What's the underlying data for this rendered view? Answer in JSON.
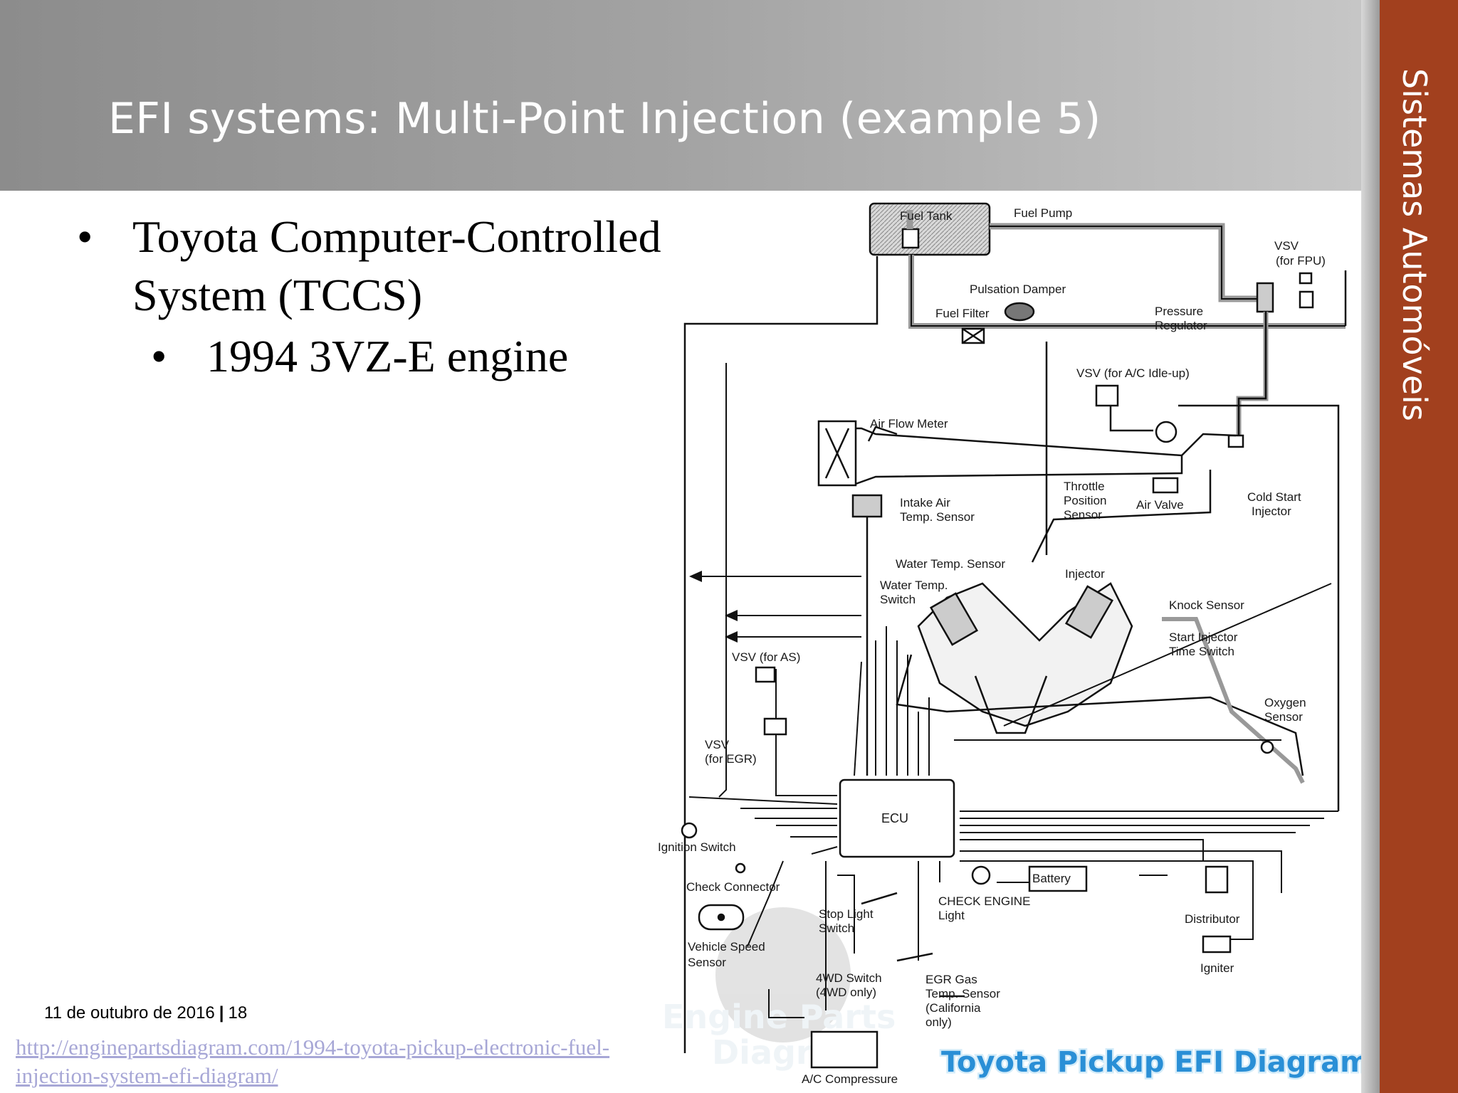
{
  "slide": {
    "title": "EFI systems: Multi-Point Injection (example 5)",
    "sidebar_label": "Sistemas Automóveis",
    "bullet_1": "Toyota Computer-Controlled System (TCCS)",
    "bullet_2": "1994 3VZ-E engine",
    "footer_date": "11 de outubro de 2016",
    "footer_separator": "|",
    "footer_page": "18",
    "source_url": "http://enginepartsdiagram.com/1994-toyota-pickup-electronic-fuel-injection-system-efi-diagram/"
  },
  "diagram": {
    "labels": {
      "fuel_tank": "Fuel Tank",
      "fuel_pump": "Fuel Pump",
      "vsv_fpu_1": "VSV",
      "vsv_fpu_2": "(for FPU)",
      "pulsation_damper": "Pulsation Damper",
      "fuel_filter": "Fuel Filter",
      "pressure_regulator_1": "Pressure",
      "pressure_regulator_2": "Regulator",
      "vsv_ac": "VSV (for A/C Idle-up)",
      "air_flow_meter": "Air Flow Meter",
      "intake_air_1": "Intake Air",
      "intake_air_2": "Temp. Sensor",
      "throttle_1": "Throttle",
      "throttle_2": "Position",
      "throttle_3": "Sensor",
      "air_valve": "Air Valve",
      "cold_start_1": "Cold Start",
      "cold_start_2": "Injector",
      "water_temp_sensor": "Water Temp. Sensor",
      "water_temp_switch_1": "Water Temp.",
      "water_temp_switch_2": "Switch",
      "injector": "Injector",
      "knock_sensor": "Knock Sensor",
      "start_injector_1": "Start Injector",
      "start_injector_2": "Time Switch",
      "vsv_as": "VSV (for AS)",
      "vsv_egr_1": "VSV",
      "vsv_egr_2": "(for EGR)",
      "oxygen_1": "Oxygen",
      "oxygen_2": "Sensor",
      "ecu": "ECU",
      "ignition_switch": "Ignition Switch",
      "check_connector": "Check Connector",
      "battery": "Battery",
      "check_engine_1": "CHECK ENGINE",
      "check_engine_2": "Light",
      "stop_light_1": "Stop Light",
      "stop_light_2": "Switch",
      "distributor": "Distributor",
      "vehicle_speed_1": "Vehicle Speed",
      "vehicle_speed_2": "Sensor",
      "igniter": "Igniter",
      "fourwd_1": "4WD Switch",
      "fourwd_2": "(4WD only)",
      "egr_gas_1": "EGR Gas",
      "egr_gas_2": "Temp. Sensor",
      "egr_gas_3": "(California",
      "egr_gas_4": "only)",
      "ac_compressor": "A/C Compressure"
    },
    "watermark_banner": "Toyota Pickup EFI Diagram",
    "watermark_logo_1": "Engine Parts",
    "watermark_logo_2": "Diagram",
    "colors": {
      "sidebar": "#a2401e",
      "banner_fill": "#2a8fd6",
      "link": "#a7a7d6"
    }
  }
}
